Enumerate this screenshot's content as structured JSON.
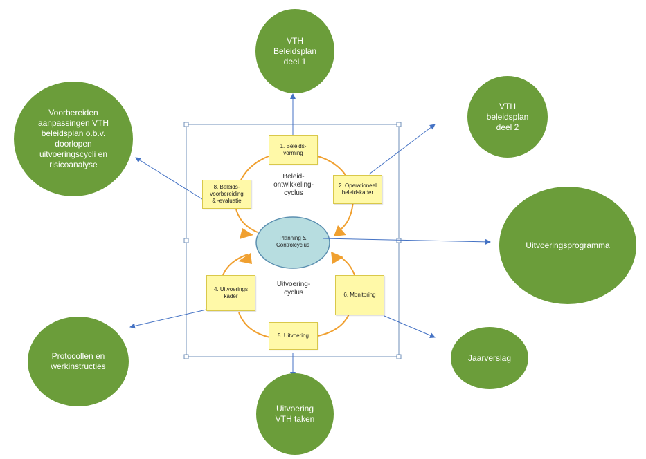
{
  "colors": {
    "circle_fill": "#6b9d3a",
    "arrow": "#4472c4",
    "cycle_ring": "#f0a030",
    "box_fill": "#fff9a8",
    "center_ellipse": "#b7dde0"
  },
  "center": {
    "label": "Planning &\nControlcyclus",
    "upper_cycle": "Beleid-\nontwikkeling-\ncyclus",
    "lower_cycle": "Uitvoering-\ncyclus"
  },
  "steps": [
    "1. Beleids-\nvorming",
    "2. Operationeel\nbeleidskader",
    "8. Beleids-\nvoorbereiding\n& -evaluatie",
    "4. Uitvoerings\nkader",
    "6. Monitoring",
    "5. Uitvoering"
  ],
  "outputs": {
    "top": "VTH\nBeleidsplan\ndeel 1",
    "top_right": "VTH\nbeleidsplan\ndeel 2",
    "top_left": "Voorbereiden\naanpassingen VTH\nbeleidsplan o.b.v.\ndoorlopen\nuitvoeringscycli en\nrisicoanalyse",
    "right": "Uitvoeringsprogramma",
    "bottom_right": "Jaarverslag",
    "bottom_left": "Protocollen en\nwerkinstructies",
    "bottom": "Uitvoering\nVTH taken"
  }
}
